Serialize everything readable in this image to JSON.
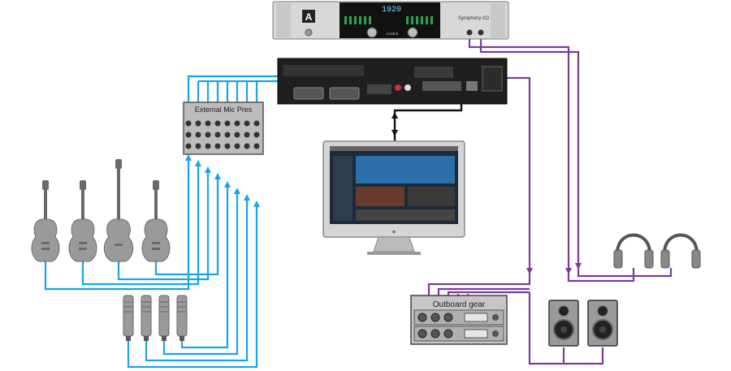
{
  "colors": {
    "blue_wire": "#1aa3e8",
    "purple_wire": "#7a3d9a",
    "black_wire": "#111111",
    "device_gray": "#9a9a9a",
    "dark_device": "#1f1f1f",
    "rack_silver": "#d8d8d8"
  },
  "symphony": {
    "display_value": "1920",
    "model_label": "Symphony I/O",
    "knob_label": "Control"
  },
  "mic_pres": {
    "label": "External Mic Pres"
  },
  "outboard": {
    "label": "Outboard gear"
  },
  "icons": {
    "logo": "apogee-a-logo-icon",
    "guitar": "electric-guitar-icon",
    "bass": "bass-guitar-icon",
    "mic": "condenser-mic-icon",
    "headphones": "headphones-icon",
    "speaker": "studio-monitor-icon",
    "computer": "imac-icon"
  }
}
